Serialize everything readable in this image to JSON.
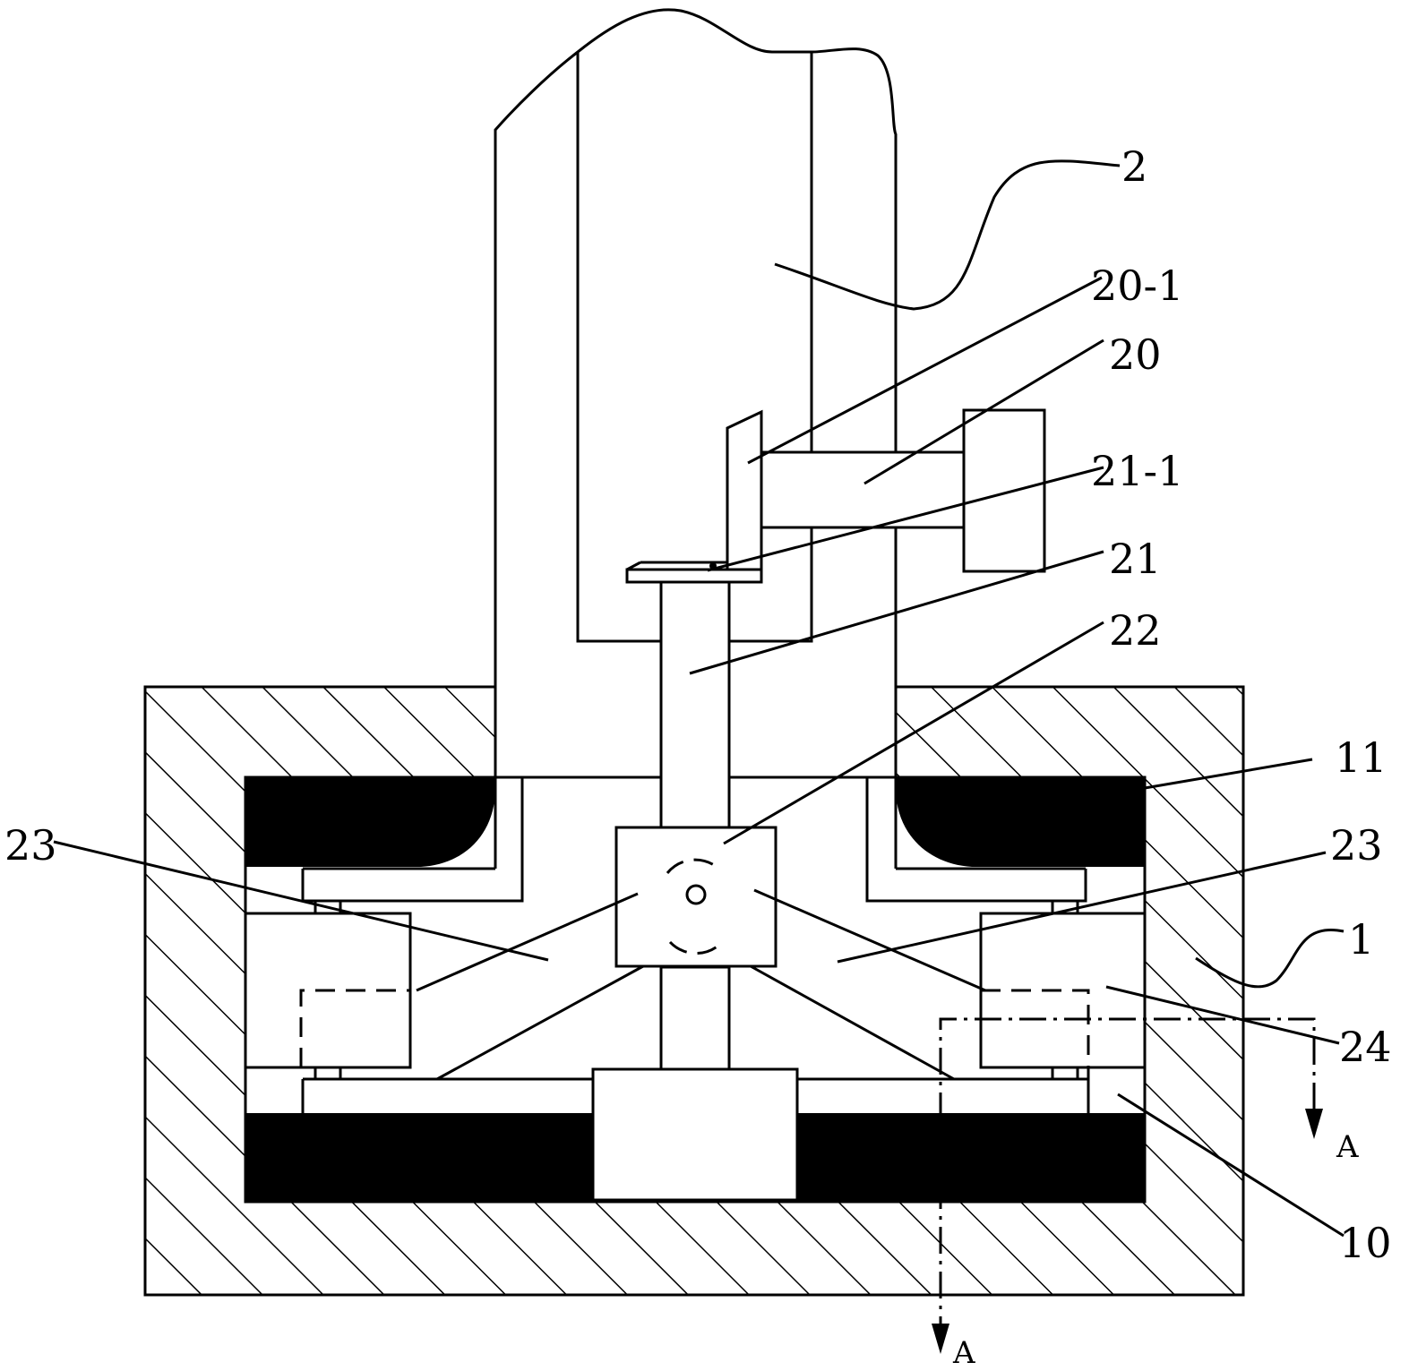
{
  "labels": {
    "l2": "2",
    "l20_1": "20-1",
    "l20": "20",
    "l21_1": "21-1",
    "l21": "21",
    "l22": "22",
    "l11": "11",
    "l23_left": "23",
    "l23_right": "23",
    "l1": "1",
    "l24": "24",
    "l10": "10",
    "section_right": "A",
    "section_bottom": "A"
  },
  "colors": {
    "line": "#000000",
    "background": "#ffffff"
  }
}
